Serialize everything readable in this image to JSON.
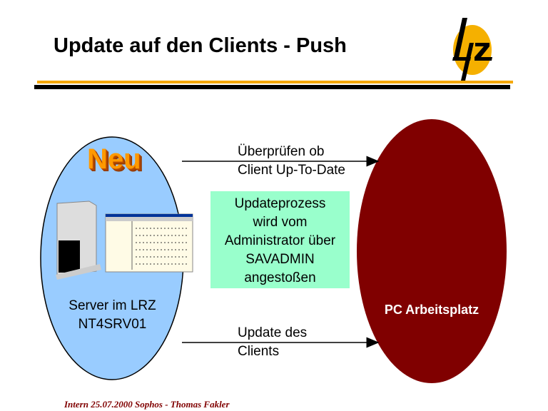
{
  "title": "Update auf den Clients - Push",
  "logo": {
    "text": "Lrz"
  },
  "badge": "Neu",
  "server": {
    "line1": "Server im LRZ",
    "line2": "NT4SRV01"
  },
  "pc": {
    "label": "PC Arbeitsplatz"
  },
  "arrow_top": {
    "line1": "Überprüfen ob",
    "line2": "Client Up-To-Date"
  },
  "arrow_bottom": {
    "line1": "Update des",
    "line2": "Clients"
  },
  "process": {
    "lines": [
      "Updateprozess",
      "wird vom",
      "Administrator über",
      "SAVADMIN",
      "angestoßen"
    ]
  },
  "footer": "Intern 25.07.2000 Sophos - Thomas Fakler",
  "colors": {
    "server": "#99ccff",
    "pc": "#800000",
    "box": "#99ffcc",
    "accent": "#f5a800"
  }
}
